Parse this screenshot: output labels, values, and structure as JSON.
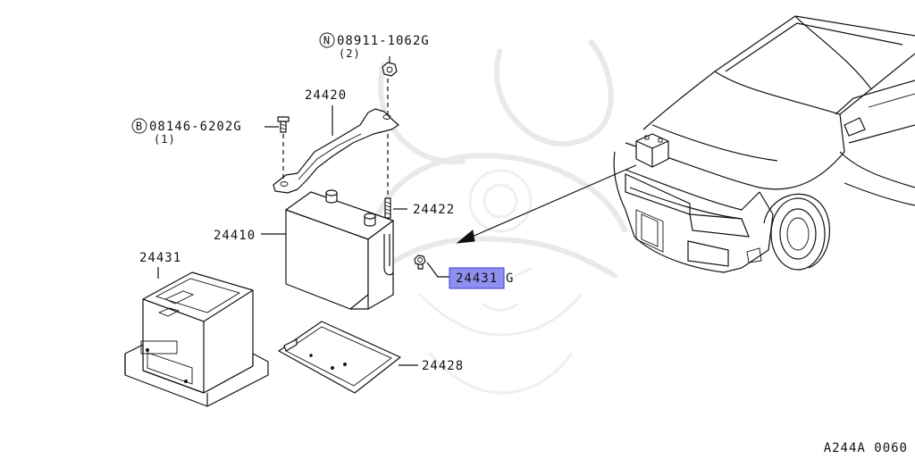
{
  "diagram": {
    "parts": {
      "bolt_n": {
        "prefix": "N",
        "number": "08911-1062G",
        "qty": "(2)"
      },
      "bolt_b": {
        "prefix": "B",
        "number": "08146-6202G",
        "qty": "(1)"
      },
      "bracket": "24420",
      "rod": "24422",
      "battery": "24410",
      "battery_cover": "24431",
      "bolt_highlight": {
        "text": "24431",
        "suffix": "G"
      },
      "tray": "24428"
    },
    "drawing_code": "A244A 0060",
    "highlight_color": "#8f8ff0",
    "line_color": "#111111",
    "watermark_color": "#e9e9e9"
  }
}
